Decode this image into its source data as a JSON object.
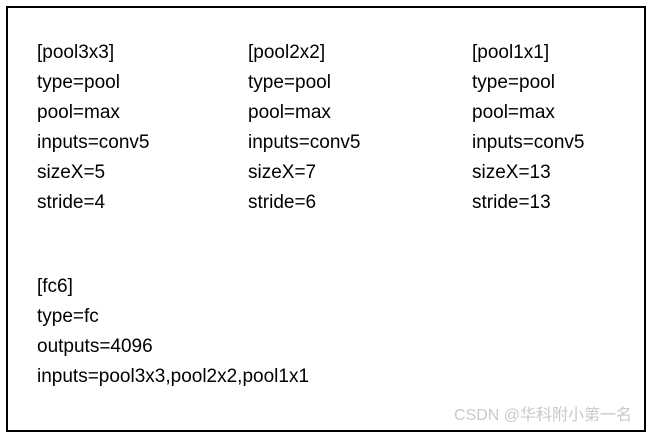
{
  "document": {
    "kind": "config-file-snippet",
    "background_color": "#ffffff",
    "border_color": "#000000",
    "text_color": "#000000"
  },
  "sections": [
    {
      "name": "pool3x3",
      "header": "[pool3x3]",
      "lines": [
        "type=pool",
        "pool=max",
        "inputs=conv5",
        "sizeX=5",
        "stride=4"
      ]
    },
    {
      "name": "pool2x2",
      "header": "[pool2x2]",
      "lines": [
        "type=pool",
        "pool=max",
        "inputs=conv5",
        "sizeX=7",
        "stride=6"
      ]
    },
    {
      "name": "pool1x1",
      "header": "[pool1x1]",
      "lines": [
        "type=pool",
        "pool=max",
        "inputs=conv5",
        "sizeX=13",
        "stride=13"
      ]
    }
  ],
  "fc_section": {
    "name": "fc6",
    "header": "[fc6]",
    "lines": [
      "type=fc",
      "outputs=4096",
      "inputs=pool3x3,pool2x2,pool1x1"
    ]
  },
  "watermark": {
    "text": "CSDN @华科附小第一名",
    "color": "#c9c9c9"
  }
}
